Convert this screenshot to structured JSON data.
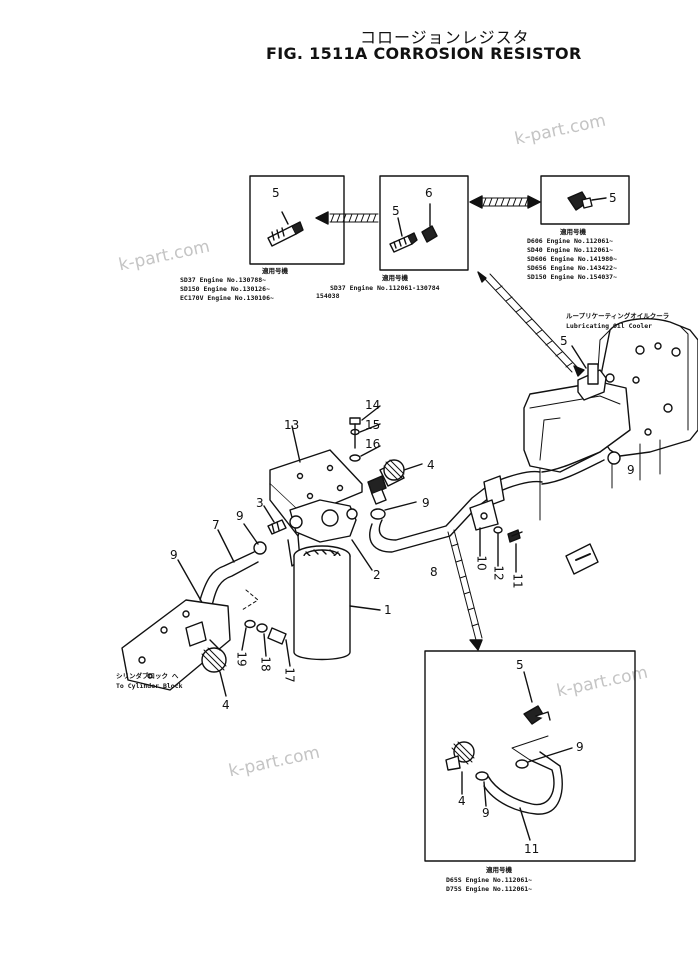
{
  "title_jp": "コロージョンレジスタ",
  "title": "FIG. 1511A  CORROSION RESISTOR",
  "watermark": "k-part.com",
  "variant_boxes": {
    "left": {
      "heading": "適用号機",
      "lines": [
        "SD37   Engine  No.130788~",
        "SD150  Engine  No.130126~",
        "EC170V Engine  No.130106~"
      ]
    },
    "center": {
      "heading": "適用号機",
      "lines": [
        "SD37  Engine  No.112061-130784",
        "154038"
      ]
    },
    "right": {
      "heading": "適用号機",
      "lines": [
        "D606   Engine  No.112061~",
        "SD40   Engine  No.112061~",
        "SD606  Engine  No.141980~",
        "SD656  Engine  No.143422~",
        "SD150  Engine  No.154037~"
      ]
    }
  },
  "cooler_label_jp": "ループリケーティングオイルクーラ",
  "cooler_label_en": "Lubricating Oil Cooler",
  "cylinder_label_jp": "シリンダブロック へ",
  "cylinder_label_en": "To Cylinder Block",
  "detail_box": {
    "heading": "適用号機",
    "lines": [
      "D65S  Engine  No.112061~",
      "D75S  Engine  No.112061~"
    ]
  },
  "part_numbers": [
    "1",
    "2",
    "3",
    "4",
    "5",
    "6",
    "7",
    "8",
    "9",
    "10",
    "11",
    "12",
    "13",
    "14",
    "15",
    "16",
    "17",
    "18",
    "19"
  ]
}
